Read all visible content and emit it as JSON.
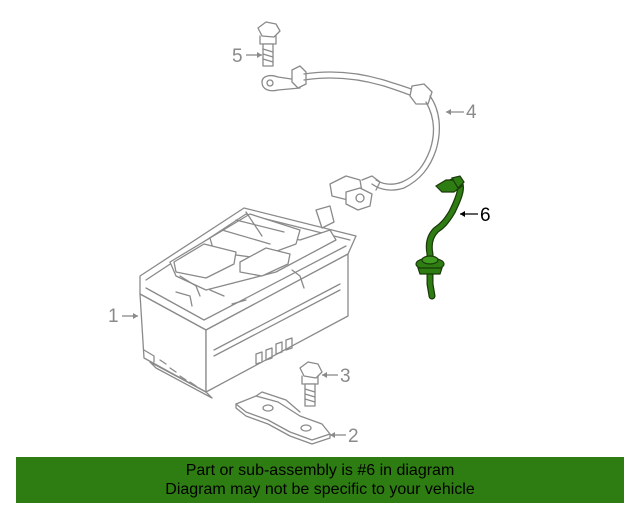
{
  "callouts": [
    {
      "id": "1",
      "label": "1"
    },
    {
      "id": "2",
      "label": "2"
    },
    {
      "id": "3",
      "label": "3"
    },
    {
      "id": "4",
      "label": "4"
    },
    {
      "id": "5",
      "label": "5"
    },
    {
      "id": "6",
      "label": "6"
    }
  ],
  "highlight": {
    "part_number": "6",
    "color": "#2e7d12"
  },
  "banner": {
    "line1": "Part or sub-assembly is #6 in diagram",
    "line2": "Diagram may not be specific to your vehicle"
  }
}
